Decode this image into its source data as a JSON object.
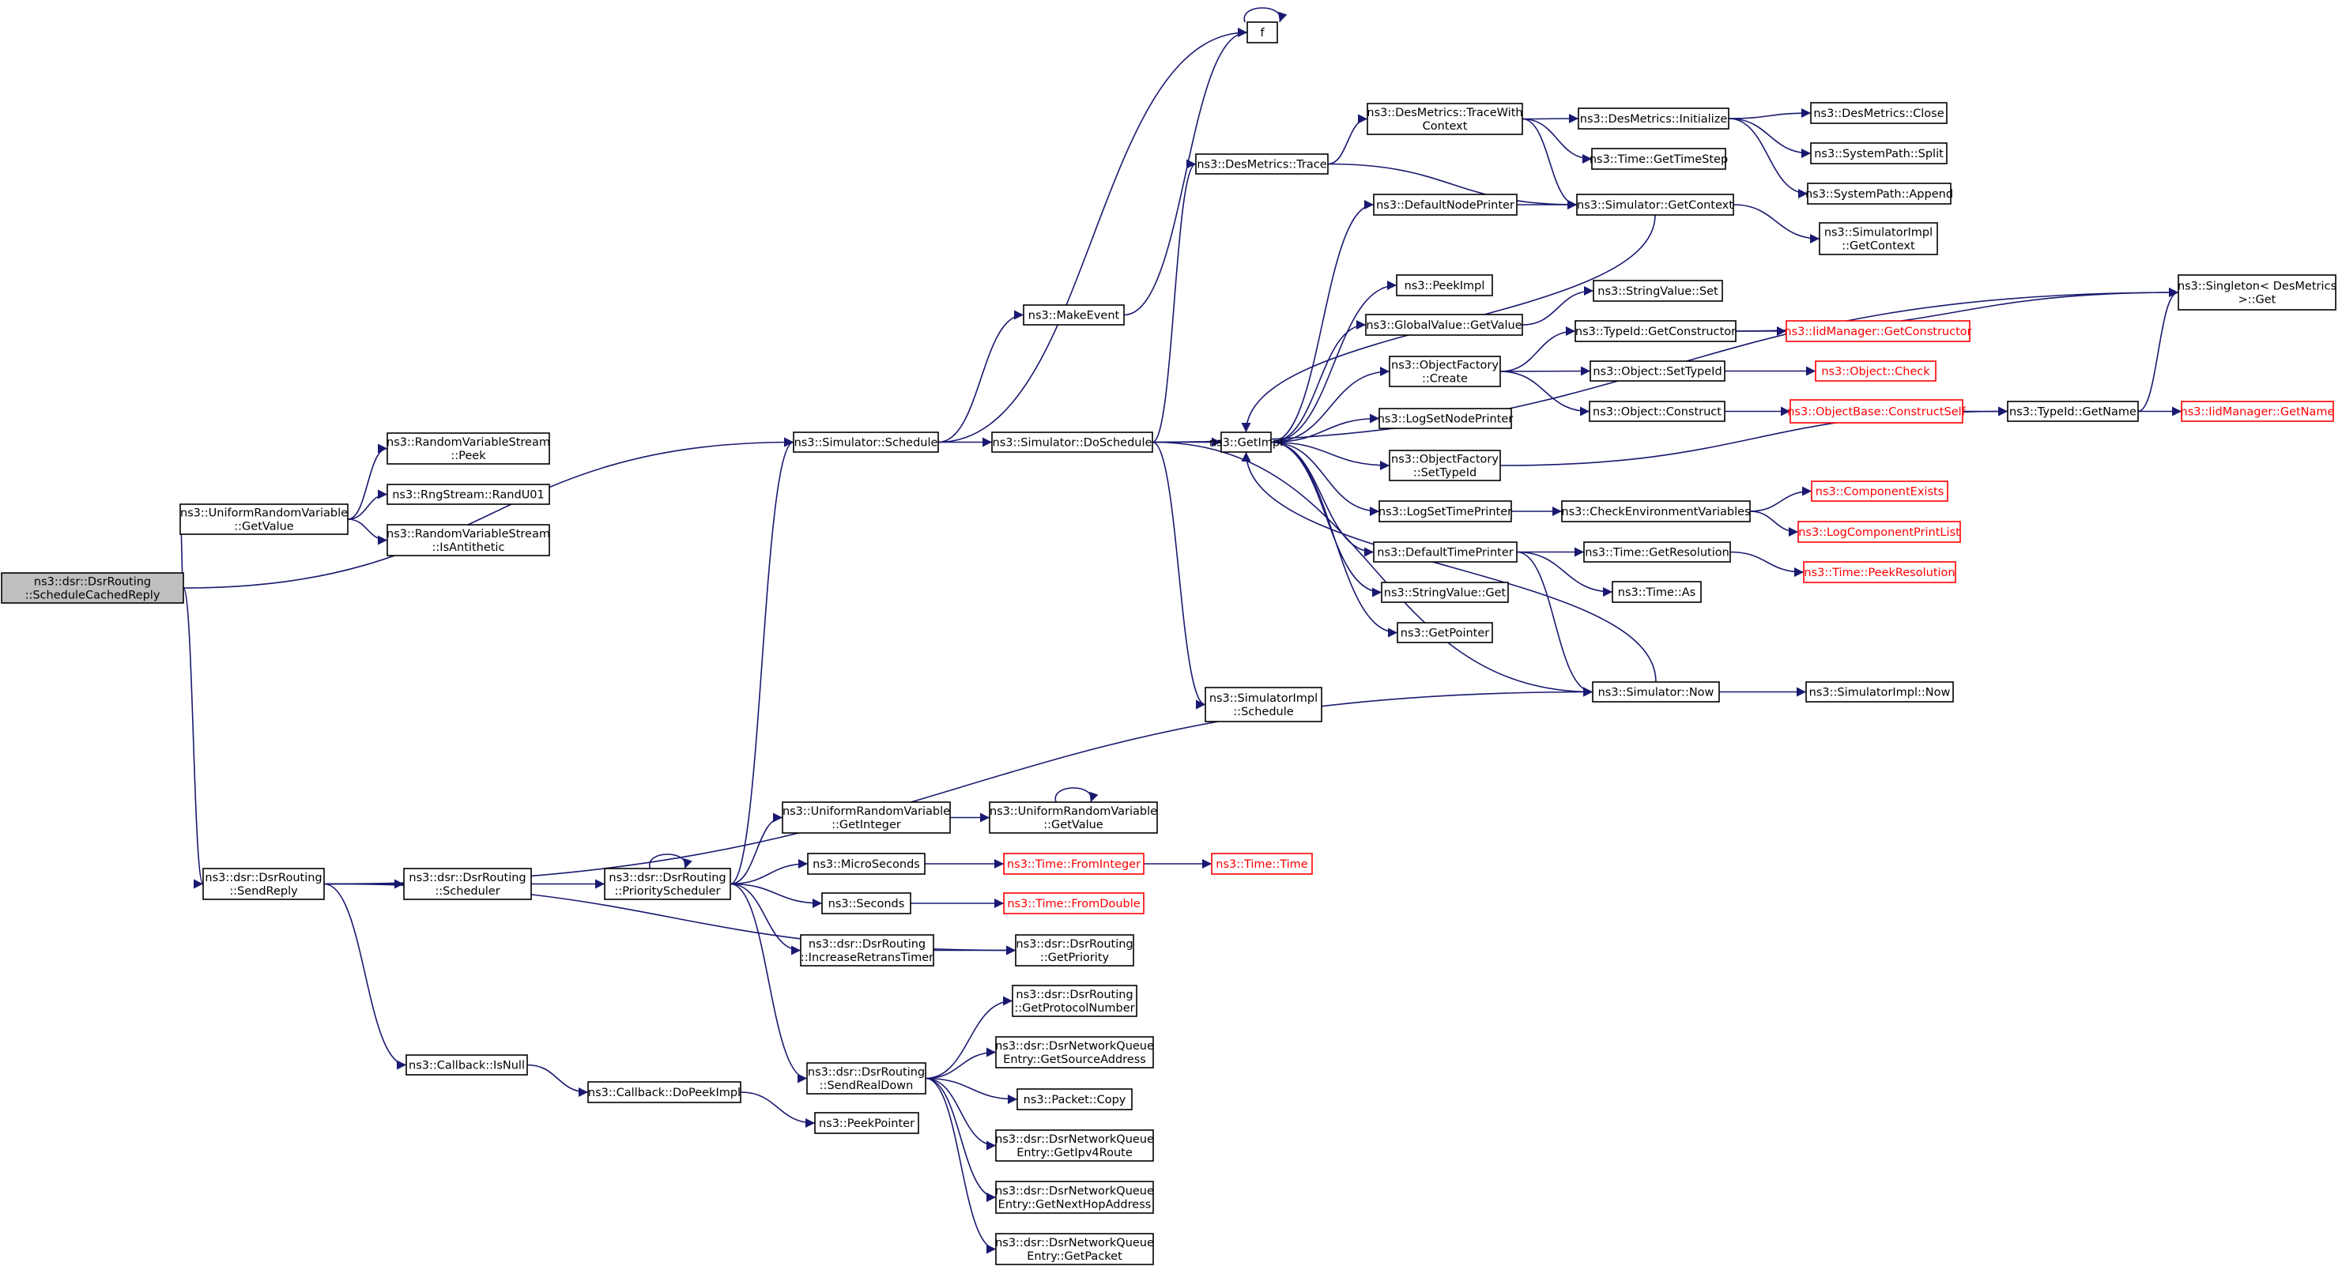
{
  "colors": {
    "edge": "#191970",
    "external": "#ff0000",
    "root_fill": "#bfbfbf"
  },
  "nodes": [
    {
      "id": "root",
      "lines": [
        "ns3::dsr::DsrRouting",
        "::ScheduleCachedReply"
      ],
      "kind": "root"
    },
    {
      "id": "urv_getvalue",
      "lines": [
        "ns3::UniformRandomVariable",
        "::GetValue"
      ]
    },
    {
      "id": "rvs_peek",
      "lines": [
        "ns3::RandomVariableStream",
        "::Peek"
      ]
    },
    {
      "id": "rng_randu01",
      "lines": [
        "ns3::RngStream::RandU01"
      ]
    },
    {
      "id": "rvs_isanti",
      "lines": [
        "ns3::RandomVariableStream",
        "::IsAntithetic"
      ]
    },
    {
      "id": "sim_schedule",
      "lines": [
        "ns3::Simulator::Schedule"
      ]
    },
    {
      "id": "f",
      "lines": [
        "f"
      ]
    },
    {
      "id": "makeevent",
      "lines": [
        "ns3::MakeEvent"
      ]
    },
    {
      "id": "sim_doschedule",
      "lines": [
        "ns3::Simulator::DoSchedule"
      ]
    },
    {
      "id": "desmetrics_trace",
      "lines": [
        "ns3::DesMetrics::Trace"
      ]
    },
    {
      "id": "desmetrics_tracewith",
      "lines": [
        "ns3::DesMetrics::TraceWith",
        "Context"
      ]
    },
    {
      "id": "desmetrics_init",
      "lines": [
        "ns3::DesMetrics::Initialize"
      ]
    },
    {
      "id": "desmetrics_close",
      "lines": [
        "ns3::DesMetrics::Close"
      ]
    },
    {
      "id": "systempath_split",
      "lines": [
        "ns3::SystemPath::Split"
      ]
    },
    {
      "id": "systempath_append",
      "lines": [
        "ns3::SystemPath::Append"
      ]
    },
    {
      "id": "time_gettimestep",
      "lines": [
        "ns3::Time::GetTimeStep"
      ]
    },
    {
      "id": "sim_getcontext",
      "lines": [
        "ns3::Simulator::GetContext"
      ]
    },
    {
      "id": "simimpl_getcontext",
      "lines": [
        "ns3::SimulatorImpl",
        "::GetContext"
      ]
    },
    {
      "id": "defaultnodeprinter",
      "lines": [
        "ns3::DefaultNodePrinter"
      ]
    },
    {
      "id": "singleton_get",
      "lines": [
        "ns3::Singleton< DesMetrics",
        ">::Get"
      ]
    },
    {
      "id": "getimpl",
      "lines": [
        "ns3::GetImpl"
      ]
    },
    {
      "id": "peekimpl",
      "lines": [
        "ns3::PeekImpl"
      ]
    },
    {
      "id": "globalvalue_getvalue",
      "lines": [
        "ns3::GlobalValue::GetValue"
      ]
    },
    {
      "id": "stringvalue_set",
      "lines": [
        "ns3::StringValue::Set"
      ]
    },
    {
      "id": "objectfactory_create",
      "lines": [
        "ns3::ObjectFactory",
        "::Create"
      ]
    },
    {
      "id": "typeid_getconstructor",
      "lines": [
        "ns3::TypeId::GetConstructor"
      ]
    },
    {
      "id": "iidmanager_getconstructor",
      "lines": [
        "ns3::IidManager::GetConstructor"
      ],
      "kind": "ext"
    },
    {
      "id": "object_settypeid",
      "lines": [
        "ns3::Object::SetTypeId"
      ]
    },
    {
      "id": "object_check",
      "lines": [
        "ns3::Object::Check"
      ],
      "kind": "ext"
    },
    {
      "id": "object_construct",
      "lines": [
        "ns3::Object::Construct"
      ]
    },
    {
      "id": "objectbase_constructself",
      "lines": [
        "ns3::ObjectBase::ConstructSelf"
      ],
      "kind": "ext"
    },
    {
      "id": "typeid_getname",
      "lines": [
        "ns3::TypeId::GetName"
      ]
    },
    {
      "id": "iidmanager_getname",
      "lines": [
        "ns3::IidManager::GetName"
      ],
      "kind": "ext"
    },
    {
      "id": "logsetnodeprinter",
      "lines": [
        "ns3::LogSetNodePrinter"
      ]
    },
    {
      "id": "objectfactory_settypeid",
      "lines": [
        "ns3::ObjectFactory",
        "::SetTypeId"
      ]
    },
    {
      "id": "logsettimeprinter",
      "lines": [
        "ns3::LogSetTimePrinter"
      ]
    },
    {
      "id": "checkenvvars",
      "lines": [
        "ns3::CheckEnvironmentVariables"
      ]
    },
    {
      "id": "componentexists",
      "lines": [
        "ns3::ComponentExists"
      ],
      "kind": "ext"
    },
    {
      "id": "logcomponentprintlist",
      "lines": [
        "ns3::LogComponentPrintList"
      ],
      "kind": "ext"
    },
    {
      "id": "defaulttimeprinter",
      "lines": [
        "ns3::DefaultTimePrinter"
      ]
    },
    {
      "id": "time_getresolution",
      "lines": [
        "ns3::Time::GetResolution"
      ]
    },
    {
      "id": "time_peekresolution",
      "lines": [
        "ns3::Time::PeekResolution"
      ],
      "kind": "ext"
    },
    {
      "id": "time_as",
      "lines": [
        "ns3::Time::As"
      ]
    },
    {
      "id": "stringvalue_get",
      "lines": [
        "ns3::StringValue::Get"
      ]
    },
    {
      "id": "getpointer",
      "lines": [
        "ns3::GetPointer"
      ]
    },
    {
      "id": "simimpl_schedule",
      "lines": [
        "ns3::SimulatorImpl",
        "::Schedule"
      ]
    },
    {
      "id": "sim_now",
      "lines": [
        "ns3::Simulator::Now"
      ]
    },
    {
      "id": "simimpl_now",
      "lines": [
        "ns3::SimulatorImpl::Now"
      ]
    },
    {
      "id": "sendreply",
      "lines": [
        "ns3::dsr::DsrRouting",
        "::SendReply"
      ]
    },
    {
      "id": "scheduler",
      "lines": [
        "ns3::dsr::DsrRouting",
        "::Scheduler"
      ]
    },
    {
      "id": "priorityscheduler",
      "lines": [
        "ns3::dsr::DsrRouting",
        "::PriorityScheduler"
      ]
    },
    {
      "id": "urv_getinteger",
      "lines": [
        "ns3::UniformRandomVariable",
        "::GetInteger"
      ]
    },
    {
      "id": "urv_getvalue2",
      "lines": [
        "ns3::UniformRandomVariable",
        "::GetValue"
      ]
    },
    {
      "id": "microseconds",
      "lines": [
        "ns3::MicroSeconds"
      ]
    },
    {
      "id": "time_frominteger",
      "lines": [
        "ns3::Time::FromInteger"
      ],
      "kind": "ext"
    },
    {
      "id": "time_time",
      "lines": [
        "ns3::Time::Time"
      ],
      "kind": "ext"
    },
    {
      "id": "seconds",
      "lines": [
        "ns3::Seconds"
      ]
    },
    {
      "id": "time_fromdouble",
      "lines": [
        "ns3::Time::FromDouble"
      ],
      "kind": "ext"
    },
    {
      "id": "increaseretrans",
      "lines": [
        "ns3::dsr::DsrRouting",
        "::IncreaseRetransTimer"
      ]
    },
    {
      "id": "getpriority",
      "lines": [
        "ns3::dsr::DsrRouting",
        "::GetPriority"
      ]
    },
    {
      "id": "getprotocolnumber",
      "lines": [
        "ns3::dsr::DsrRouting",
        "::GetProtocolNumber"
      ]
    },
    {
      "id": "sendrealdown",
      "lines": [
        "ns3::dsr::DsrRouting",
        "::SendRealDown"
      ]
    },
    {
      "id": "q_getsourceaddress",
      "lines": [
        "ns3::dsr::DsrNetworkQueue",
        "Entry::GetSourceAddress"
      ]
    },
    {
      "id": "packet_copy",
      "lines": [
        "ns3::Packet::Copy"
      ]
    },
    {
      "id": "q_getipv4route",
      "lines": [
        "ns3::dsr::DsrNetworkQueue",
        "Entry::GetIpv4Route"
      ]
    },
    {
      "id": "q_getnexthop",
      "lines": [
        "ns3::dsr::DsrNetworkQueue",
        "Entry::GetNextHopAddress"
      ]
    },
    {
      "id": "q_getpacket",
      "lines": [
        "ns3::dsr::DsrNetworkQueue",
        "Entry::GetPacket"
      ]
    },
    {
      "id": "callback_isnull",
      "lines": [
        "ns3::Callback::IsNull"
      ]
    },
    {
      "id": "callback_dopeekimpl",
      "lines": [
        "ns3::Callback::DoPeekImpl"
      ]
    },
    {
      "id": "peekpointer",
      "lines": [
        "ns3::PeekPointer"
      ]
    }
  ],
  "edges": [
    [
      "root",
      "urv_getvalue"
    ],
    [
      "root",
      "sim_schedule"
    ],
    [
      "root",
      "sendreply"
    ],
    [
      "urv_getvalue",
      "rvs_peek"
    ],
    [
      "urv_getvalue",
      "rng_randu01"
    ],
    [
      "urv_getvalue",
      "rvs_isanti"
    ],
    [
      "sim_schedule",
      "f"
    ],
    [
      "sim_schedule",
      "makeevent"
    ],
    [
      "sim_schedule",
      "sim_doschedule"
    ],
    [
      "makeevent",
      "f"
    ],
    [
      "f",
      "f"
    ],
    [
      "sim_doschedule",
      "desmetrics_trace"
    ],
    [
      "sim_doschedule",
      "singleton_get"
    ],
    [
      "sim_doschedule",
      "getimpl"
    ],
    [
      "sim_doschedule",
      "simimpl_schedule"
    ],
    [
      "sim_doschedule",
      "sim_now"
    ],
    [
      "desmetrics_trace",
      "desmetrics_tracewith"
    ],
    [
      "desmetrics_trace",
      "sim_getcontext"
    ],
    [
      "desmetrics_tracewith",
      "desmetrics_init"
    ],
    [
      "desmetrics_tracewith",
      "time_gettimestep"
    ],
    [
      "desmetrics_tracewith",
      "sim_getcontext"
    ],
    [
      "desmetrics_init",
      "desmetrics_close"
    ],
    [
      "desmetrics_init",
      "systempath_split"
    ],
    [
      "desmetrics_init",
      "systempath_append"
    ],
    [
      "sim_getcontext",
      "getimpl"
    ],
    [
      "sim_getcontext",
      "simimpl_getcontext"
    ],
    [
      "getimpl",
      "defaultnodeprinter"
    ],
    [
      "getimpl",
      "peekimpl"
    ],
    [
      "getimpl",
      "globalvalue_getvalue"
    ],
    [
      "getimpl",
      "objectfactory_create"
    ],
    [
      "getimpl",
      "logsetnodeprinter"
    ],
    [
      "getimpl",
      "objectfactory_settypeid"
    ],
    [
      "getimpl",
      "logsettimeprinter"
    ],
    [
      "getimpl",
      "defaulttimeprinter"
    ],
    [
      "getimpl",
      "stringvalue_get"
    ],
    [
      "getimpl",
      "getpointer"
    ],
    [
      "defaultnodeprinter",
      "sim_getcontext"
    ],
    [
      "globalvalue_getvalue",
      "stringvalue_set"
    ],
    [
      "objectfactory_create",
      "typeid_getconstructor"
    ],
    [
      "objectfactory_create",
      "object_settypeid"
    ],
    [
      "objectfactory_create",
      "object_construct"
    ],
    [
      "typeid_getconstructor",
      "iidmanager_getconstructor"
    ],
    [
      "typeid_getconstructor",
      "singleton_get"
    ],
    [
      "object_settypeid",
      "object_check"
    ],
    [
      "object_construct",
      "objectbase_constructself"
    ],
    [
      "objectbase_constructself",
      "typeid_getname"
    ],
    [
      "typeid_getname",
      "iidmanager_getname"
    ],
    [
      "typeid_getname",
      "singleton_get"
    ],
    [
      "objectfactory_settypeid",
      "typeid_getname"
    ],
    [
      "logsettimeprinter",
      "checkenvvars"
    ],
    [
      "checkenvvars",
      "componentexists"
    ],
    [
      "checkenvvars",
      "logcomponentprintlist"
    ],
    [
      "defaulttimeprinter",
      "time_getresolution"
    ],
    [
      "defaulttimeprinter",
      "time_as"
    ],
    [
      "defaulttimeprinter",
      "sim_now"
    ],
    [
      "time_getresolution",
      "time_peekresolution"
    ],
    [
      "sim_now",
      "getimpl"
    ],
    [
      "sim_now",
      "simimpl_now"
    ],
    [
      "sendreply",
      "sim_now"
    ],
    [
      "sendreply",
      "scheduler"
    ],
    [
      "sendreply",
      "getpriority"
    ],
    [
      "sendreply",
      "callback_isnull"
    ],
    [
      "scheduler",
      "priorityscheduler"
    ],
    [
      "priorityscheduler",
      "priorityscheduler"
    ],
    [
      "priorityscheduler",
      "sim_schedule"
    ],
    [
      "priorityscheduler",
      "urv_getinteger"
    ],
    [
      "priorityscheduler",
      "microseconds"
    ],
    [
      "priorityscheduler",
      "seconds"
    ],
    [
      "priorityscheduler",
      "increaseretrans"
    ],
    [
      "priorityscheduler",
      "sendrealdown"
    ],
    [
      "urv_getinteger",
      "urv_getvalue2"
    ],
    [
      "urv_getvalue2",
      "urv_getvalue2"
    ],
    [
      "microseconds",
      "time_frominteger"
    ],
    [
      "time_frominteger",
      "time_time"
    ],
    [
      "seconds",
      "time_fromdouble"
    ],
    [
      "increaseretrans",
      "getpriority"
    ],
    [
      "sendrealdown",
      "getprotocolnumber"
    ],
    [
      "sendrealdown",
      "q_getsourceaddress"
    ],
    [
      "sendrealdown",
      "packet_copy"
    ],
    [
      "sendrealdown",
      "q_getipv4route"
    ],
    [
      "sendrealdown",
      "q_getnexthop"
    ],
    [
      "sendrealdown",
      "q_getpacket"
    ],
    [
      "callback_isnull",
      "callback_dopeekimpl"
    ],
    [
      "callback_dopeekimpl",
      "peekpointer"
    ]
  ]
}
